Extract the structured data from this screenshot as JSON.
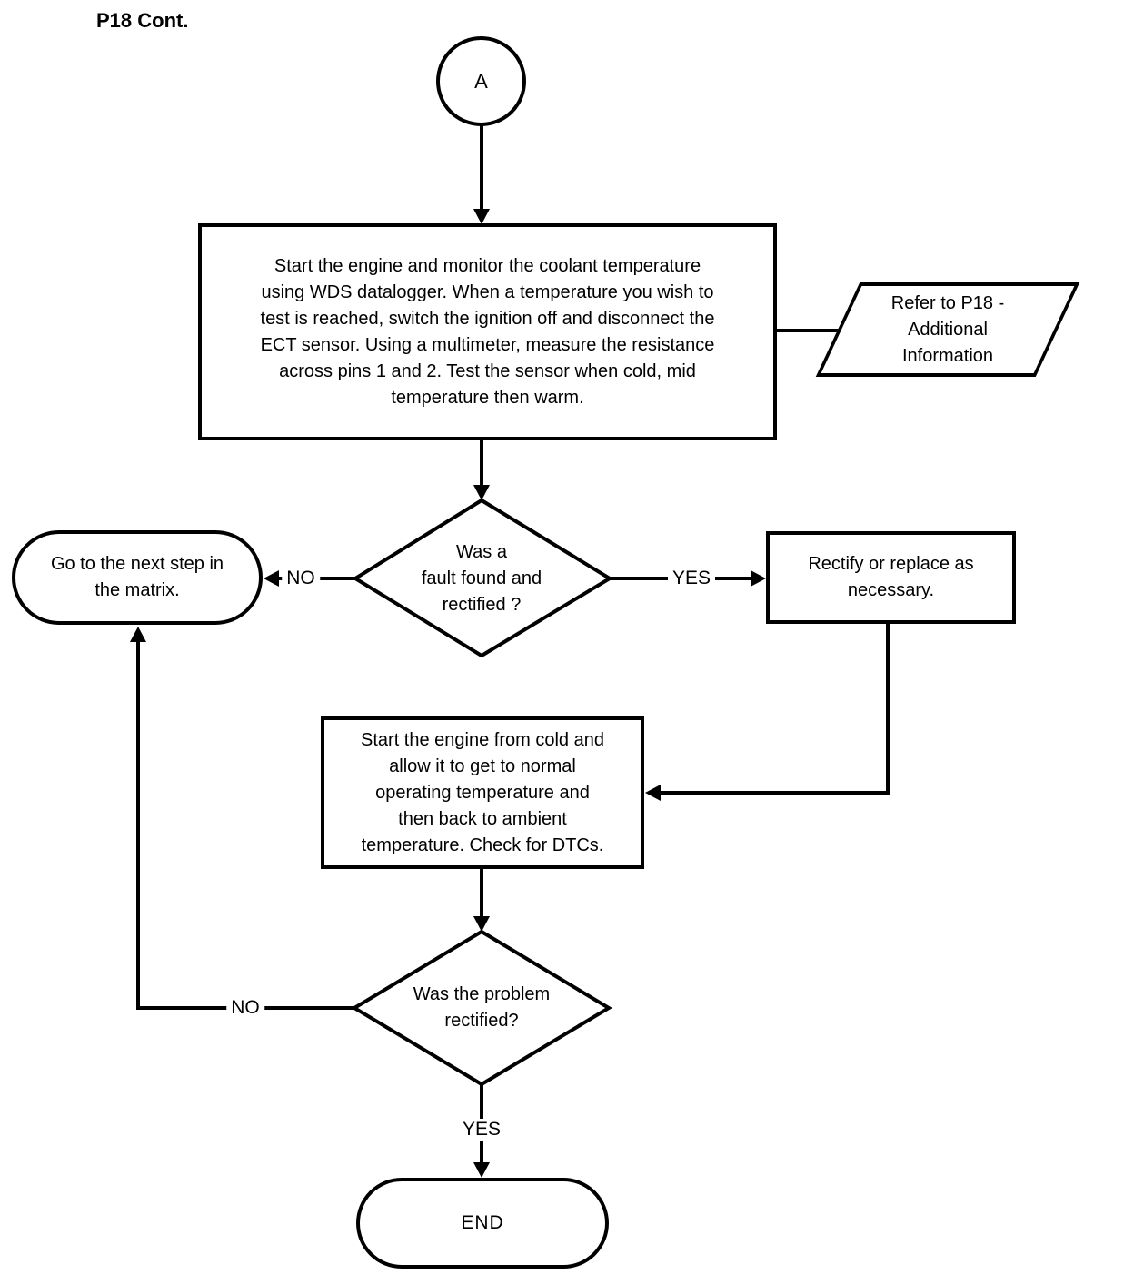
{
  "page_title": "P18 Cont.",
  "nodes": {
    "connector_a": {
      "label": "A"
    },
    "process_monitor": {
      "text": "Start the engine and monitor the coolant temperature\nusing WDS datalogger. When a temperature you wish to\ntest is reached, switch the ignition off and disconnect the\nECT sensor. Using a multimeter, measure the resistance\nacross pins 1 and 2. Test the sensor when cold, mid\ntemperature then warm."
    },
    "reference_p18": {
      "text": "Refer to P18 -\nAdditional\nInformation"
    },
    "decision_fault_found": {
      "text": "Was a\nfault found and\nrectified ?"
    },
    "terminal_next_step": {
      "text": "Go to the next step in\nthe matrix."
    },
    "process_rectify": {
      "text": "Rectify or replace as\nnecessary."
    },
    "process_cold_start": {
      "text": "Start the engine from cold and\nallow it to get to normal\noperating temperature and\nthen back to ambient\ntemperature. Check for DTCs."
    },
    "decision_problem_rectified": {
      "text": "Was the problem\nrectified?"
    },
    "terminal_end": {
      "text": "END"
    }
  },
  "edge_labels": {
    "fault_no": "NO",
    "fault_yes": "YES",
    "problem_no": "NO",
    "problem_yes": "YES"
  },
  "colors": {
    "line": "#000000",
    "background": "#ffffff"
  }
}
